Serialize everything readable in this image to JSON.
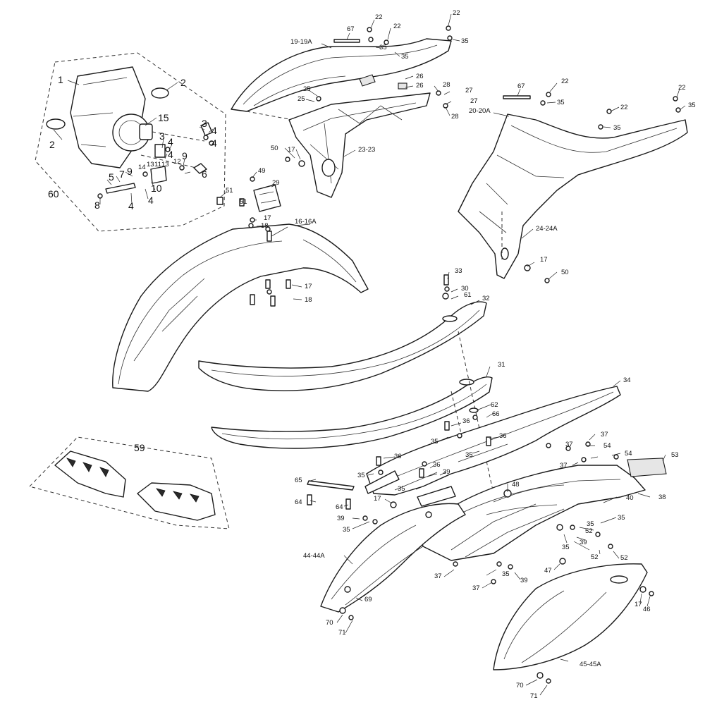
{
  "labels": {
    "l1": "1",
    "l2a": "2",
    "l2b": "2",
    "l3a": "3",
    "l3b": "3",
    "l4a": "4",
    "l4b": "4",
    "l4c": "4",
    "l4d": "4",
    "l4e": "4",
    "l5": "5",
    "l6": "6",
    "l7": "7",
    "l8": "8",
    "l9a": "9",
    "l9b": "9",
    "l10": "10",
    "l11": "11",
    "l12": "12",
    "l13a": "13",
    "l13b": "13",
    "l14": "14",
    "l15": "15",
    "l60": "60",
    "l59": "59",
    "l1919a": "19-19A",
    "l67a": "67",
    "l67b": "67",
    "l22a": "22",
    "l22b": "22",
    "l22c": "22",
    "l22d": "22",
    "l22e": "22",
    "l22f": "22",
    "l35a": "35",
    "l35b": "35",
    "l35c": "35",
    "l35d": "35",
    "l35e": "35",
    "l35f": "35",
    "l26a": "26",
    "l26b": "26",
    "l28a": "28",
    "l28b": "28",
    "l27a": "27",
    "l27b": "27",
    "l25a": "25",
    "l25b": "25",
    "l2020a": "20-20A",
    "l2323": "23-23",
    "l50a": "50",
    "l17a": "17",
    "l49": "49",
    "l29": "29",
    "l51a": "51",
    "l51b": "51",
    "l17b": "17",
    "l18a": "18",
    "l1616a": "16-16A",
    "l17c": "17",
    "l18b": "18",
    "l2424a": "24-24A",
    "l17d": "17",
    "l50b": "50",
    "l33": "33",
    "l30": "30",
    "l61": "61",
    "l32": "32",
    "l31": "31",
    "l34": "34",
    "l62": "62",
    "l66": "66",
    "l36a": "36",
    "l36b": "36",
    "l36c": "36",
    "l36d": "36",
    "l35g": "35",
    "l35h": "35",
    "l35i": "35",
    "l35j": "35",
    "l39a": "39",
    "l37a": "37",
    "l37b": "37",
    "l37c": "37",
    "l54a": "54",
    "l54b": "54",
    "l53": "53",
    "l65": "65",
    "l64a": "64",
    "l64b": "64",
    "l48": "48",
    "l38": "38",
    "l17e": "17",
    "l39b": "39",
    "l35k": "35",
    "l40": "40",
    "l35l": "35",
    "l52a": "52",
    "l39c": "39",
    "l35m": "35",
    "l52b": "52",
    "l52c": "52",
    "l4444a": "44-44A",
    "l37d": "37",
    "l35n": "35",
    "l39d": "39",
    "l37e": "37",
    "l47": "47",
    "l17f": "17",
    "l46": "46",
    "l69": "69",
    "l70a": "70",
    "l71a": "71",
    "l4545a": "45-45A",
    "l70b": "70",
    "l71b": "71"
  }
}
